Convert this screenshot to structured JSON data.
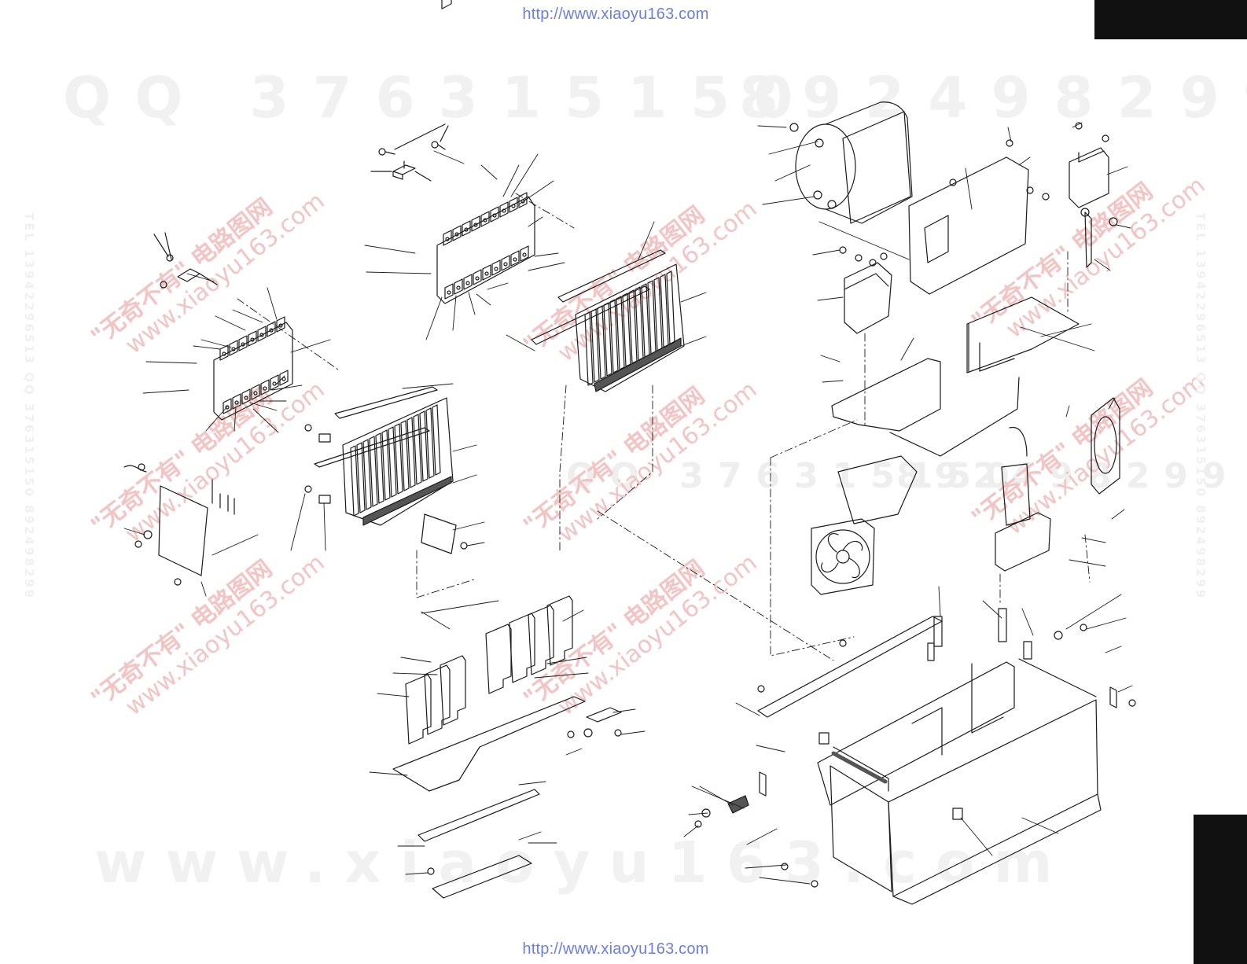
{
  "header": {
    "url_top": "http://www.xiaoyu163.com"
  },
  "footer": {
    "url_bottom": "http://www.xiaoyu163.com"
  },
  "watermarks": {
    "qq": "QQ 376315150",
    "number": "892498299",
    "site": "www.xiaoyu163.com",
    "mid_qq": "QQ 376315150",
    "mid_number": "892498299",
    "stamp_line1": "\"无奇不有\" 电路图网",
    "stamp_line2": "www.xiaoyu163.com",
    "side_text": "TEL 13942296513 QQ 376315150 892498299"
  },
  "colors": {
    "line": "#1a1a1a",
    "tab": "#111111",
    "url": "#6c7fe0"
  },
  "diagram": {
    "type": "exploded-view parts diagram",
    "icons": [
      "heatsink",
      "transistor-board",
      "fan",
      "power-transformer",
      "chassis",
      "screw",
      "pcb",
      "bracket"
    ]
  }
}
